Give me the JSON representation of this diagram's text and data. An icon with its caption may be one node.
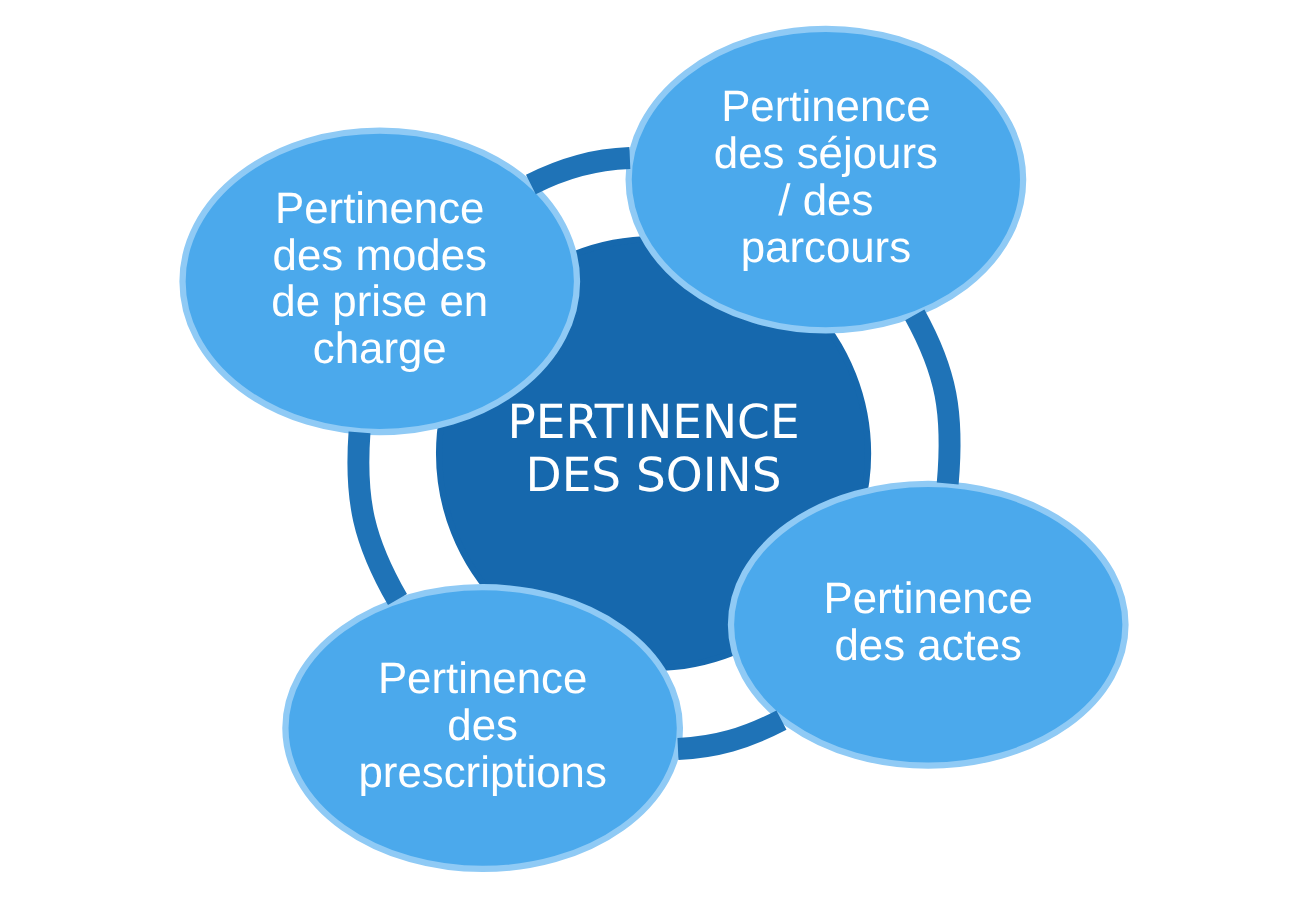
{
  "diagram": {
    "nodes": [
      {
        "text": [
          "PERTINENCE DES SOINS"
        ]
      },
      {
        "text": [
          "Pertinence des actes"
        ]
      },
      {
        "text": [
          "Pertinence des prescriptions"
        ]
      },
      {
        "text": [
          "Pertinence des modes de prise en charge"
        ]
      },
      {
        "text": [
          "Pertinence des séjours / des parcours"
        ]
      }
    ],
    "edges": [
      {
        "from": 1,
        "to": 2,
        "arrow": "none"
      },
      {
        "from": 2,
        "to": 3,
        "arrow": "none"
      },
      {
        "from": 3,
        "to": 4,
        "arrow": "none"
      },
      {
        "from": 4,
        "to": 1,
        "arrow": "none"
      }
    ]
  }
}
